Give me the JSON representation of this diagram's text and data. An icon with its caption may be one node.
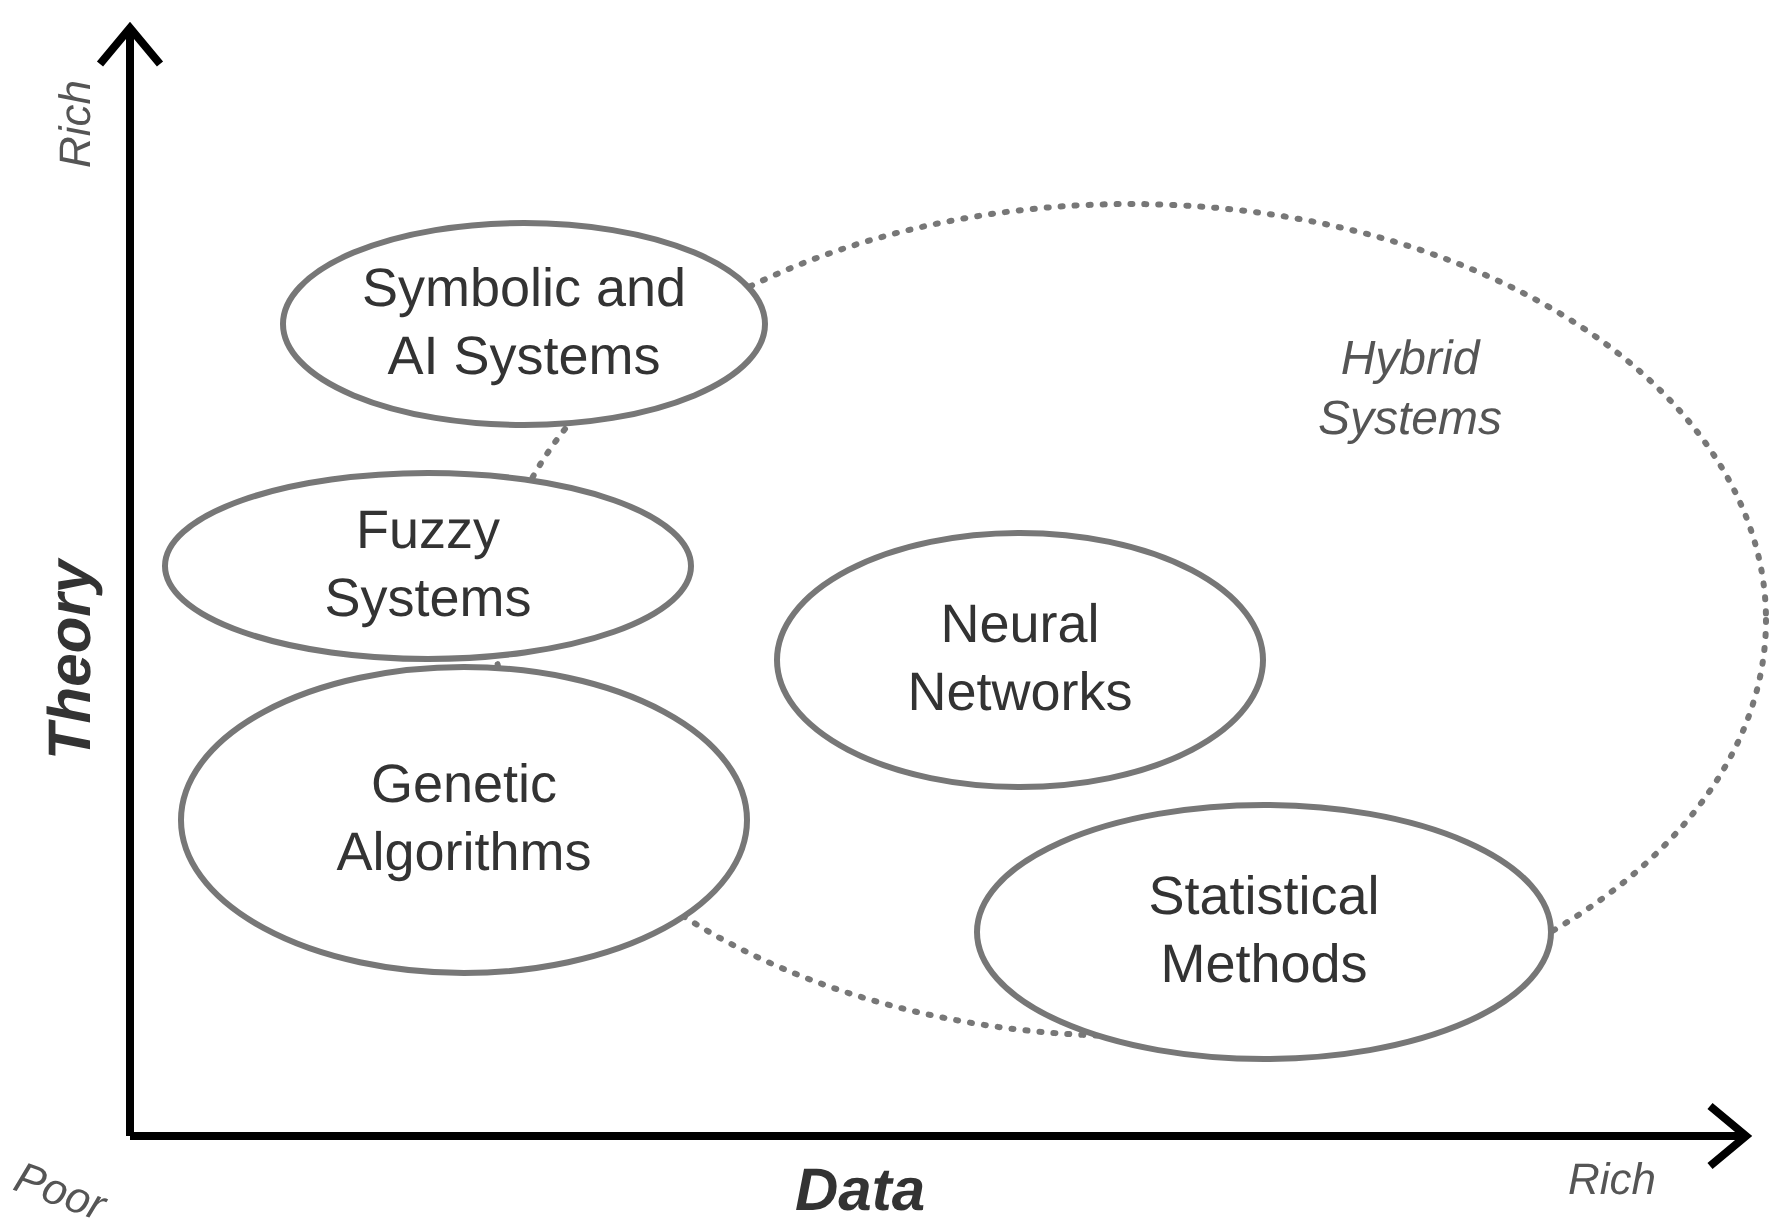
{
  "diagram": {
    "nodes": [
      {
        "text": [
          "Symbolic and AI Systems"
        ]
      },
      {
        "text": [
          "Hybrid Systems"
        ]
      },
      {
        "text": [
          "Fuzzy Systems"
        ]
      },
      {
        "text": [
          "Neural Networks"
        ],
        "in": 1
      },
      {
        "text": [
          "Genetic Algorithms"
        ]
      },
      {
        "text": [
          "Statistical Methods"
        ]
      }
    ],
    "labels": [
      "Rich",
      "Theory",
      "Poor",
      "Data",
      "Rich"
    ]
  }
}
